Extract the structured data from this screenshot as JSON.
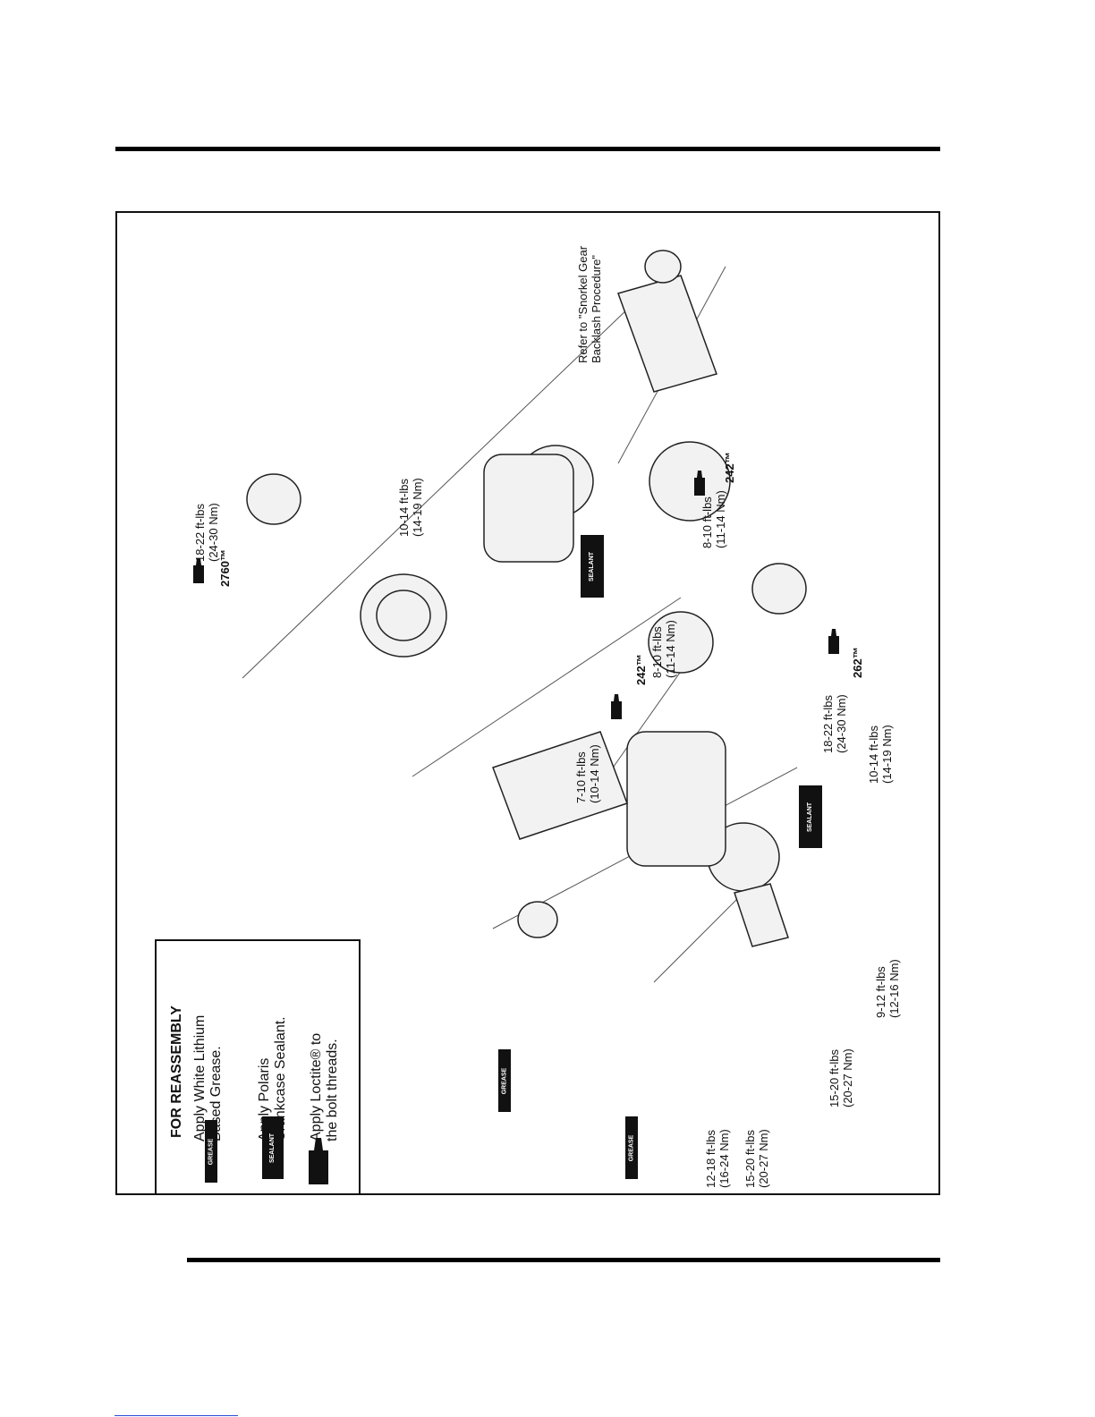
{
  "legend": {
    "title": "FOR REASSEMBLY",
    "grease_line1": "Apply White Lithium",
    "grease_line2": "Based Grease.",
    "sealant_line1": "Apply Polaris",
    "sealant_line2": "Crankcase Sealant.",
    "loctite_line1": "Apply Loctite® to",
    "loctite_line2": "the bolt threads.",
    "grease_tag": "GREASE",
    "sealant_tag": "SEALANT"
  },
  "callouts": {
    "snorkel_1": "Refer to \"Snorkel Gear",
    "snorkel_2": "Backlash Procedure\"",
    "t1_1": "18-22 ft-lbs",
    "t1_2": "(24-30 Nm)",
    "loctite_2760": "2760™",
    "t2_1": "10-14 ft-lbs",
    "t2_2": "(14-19 Nm)",
    "t3_1": "8-10 ft-lbs",
    "t3_2": "(11-14 Nm)",
    "loctite_242a": "242™",
    "t4_1": "8-10 ft-lbs",
    "t4_2": "(11-14 Nm)",
    "loctite_242b": "242™",
    "t5_1": "7-10 ft-lbs",
    "t5_2": "(10-14 Nm)",
    "t6_1": "18-22 ft-lbs",
    "t6_2": "(24-30 Nm)",
    "loctite_262": "262™",
    "t7_1": "10-14 ft-lbs",
    "t7_2": "(14-19 Nm)",
    "t8_1": "9-12 ft-lbs",
    "t8_2": "(12-16 Nm)",
    "t9_1": "12-18 ft-lbs",
    "t9_2": "(16-24 Nm)",
    "t10_1": "15-20 ft-lbs",
    "t10_2": "(20-27 Nm)",
    "t11_1": "15-20 ft-lbs",
    "t11_2": "(20-27 Nm)",
    "sealant_tag": "SEALANT",
    "grease_tag": "GREASE"
  }
}
